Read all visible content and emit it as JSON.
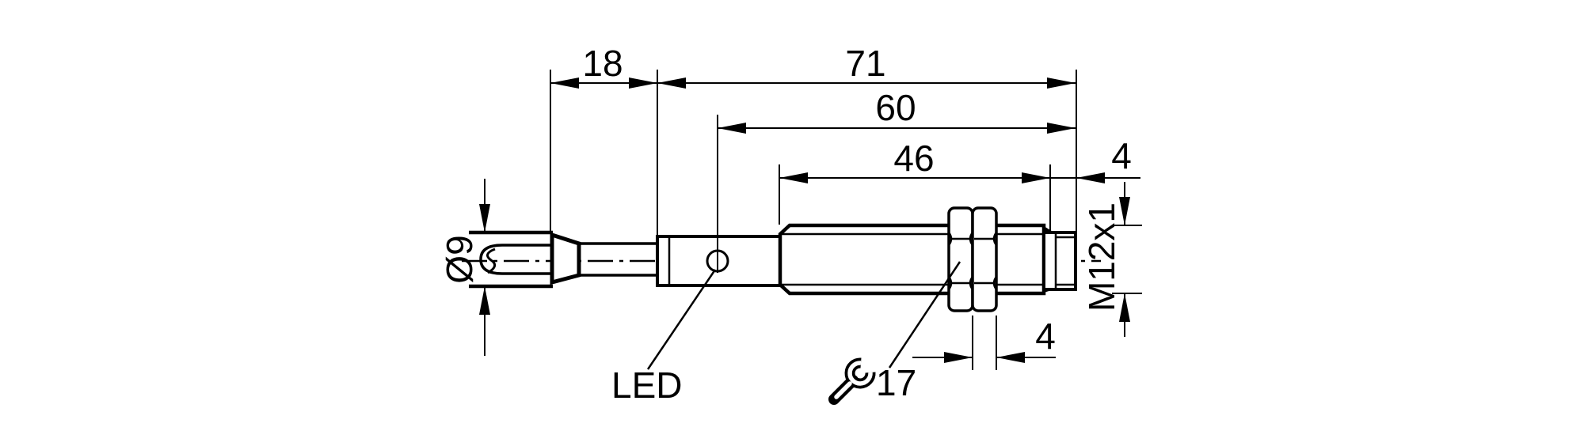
{
  "colors": {
    "ink": "#000000",
    "background": "#ffffff"
  },
  "dims": {
    "d18": "18",
    "d71": "71",
    "d60": "60",
    "d46": "46",
    "d4_end": "4",
    "d4_nut": "4",
    "dia": "Ø9",
    "thread": "M12x1",
    "wrench": "17"
  },
  "labels": {
    "led": "LED"
  },
  "icons": {
    "wrench": "wrench-icon"
  }
}
